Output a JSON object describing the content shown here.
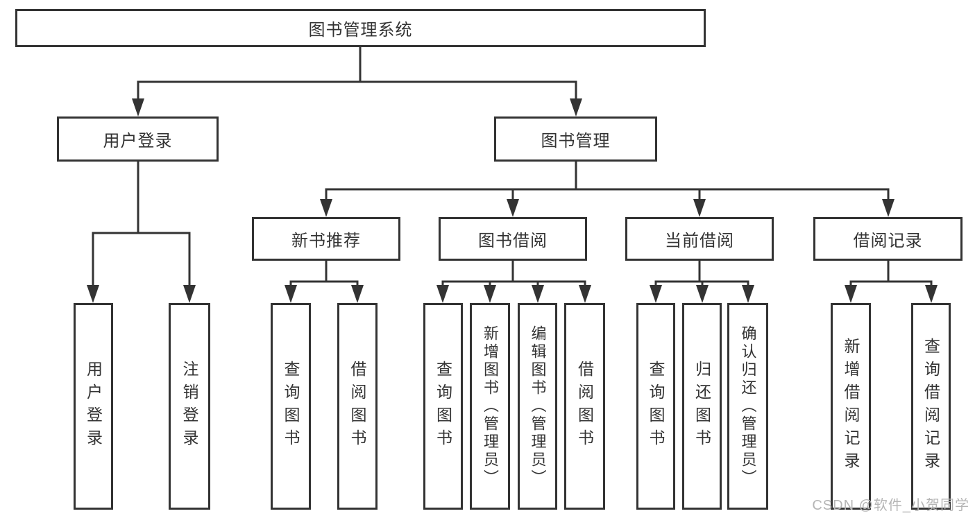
{
  "diagram": {
    "root": {
      "label": "图书管理系统"
    },
    "level2": [
      {
        "label": "用户登录"
      },
      {
        "label": "图书管理"
      }
    ],
    "level3": [
      {
        "label": "新书推荐",
        "parent": "图书管理"
      },
      {
        "label": "图书借阅",
        "parent": "图书管理"
      },
      {
        "label": "当前借阅",
        "parent": "图书管理"
      },
      {
        "label": "借阅记录",
        "parent": "图书管理"
      }
    ],
    "leaves": [
      {
        "label": "用户登录",
        "parent": "用户登录"
      },
      {
        "label": "注销登录",
        "parent": "用户登录"
      },
      {
        "label": "查询图书",
        "parent": "新书推荐"
      },
      {
        "label": "借阅图书",
        "parent": "新书推荐"
      },
      {
        "label": "查询图书",
        "parent": "图书借阅"
      },
      {
        "label": "新增图书（管理员）",
        "parent": "图书借阅"
      },
      {
        "label": "编辑图书（管理员）",
        "parent": "图书借阅"
      },
      {
        "label": "借阅图书",
        "parent": "图书借阅"
      },
      {
        "label": "查询图书",
        "parent": "当前借阅"
      },
      {
        "label": "归还图书",
        "parent": "当前借阅"
      },
      {
        "label": "确认归还（管理员）",
        "parent": "当前借阅"
      },
      {
        "label": "新增借阅记录",
        "parent": "借阅记录"
      },
      {
        "label": "查询借阅记录",
        "parent": "借阅记录"
      }
    ],
    "watermark": "CSDN @软件_小贺同学",
    "colors": {
      "line": "#333333",
      "text": "#333333",
      "box_background": "#ffffff",
      "background": "#ffffff",
      "watermark": "#b5b5b5"
    }
  }
}
